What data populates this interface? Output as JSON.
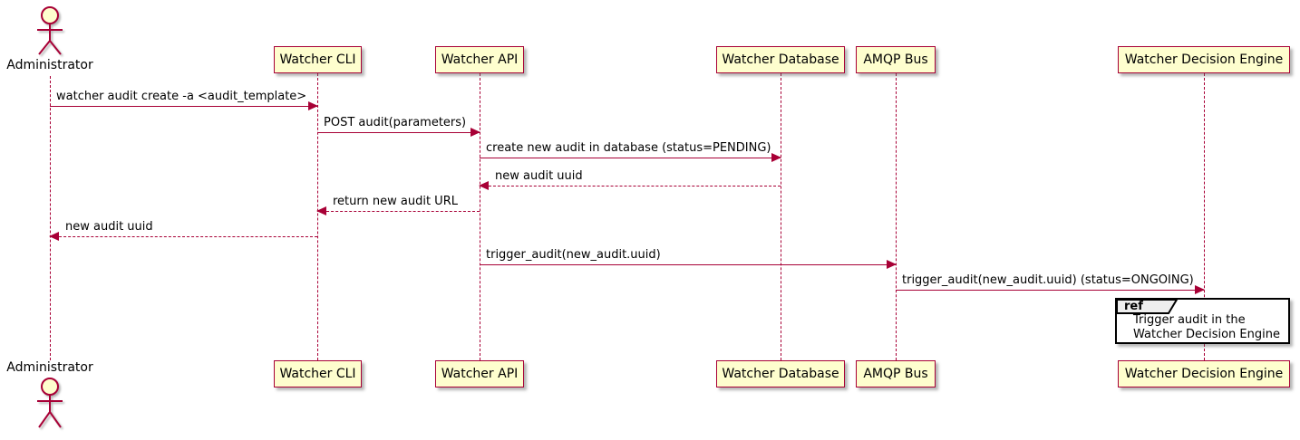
{
  "diagram_type": "sequence-diagram",
  "actor": {
    "name": "Administrator"
  },
  "participants": [
    {
      "label": "Watcher CLI"
    },
    {
      "label": "Watcher API"
    },
    {
      "label": "Watcher Database"
    },
    {
      "label": "AMQP Bus"
    },
    {
      "label": "Watcher Decision Engine"
    }
  ],
  "messages": [
    {
      "from": "Administrator",
      "to": "Watcher CLI",
      "style": "solid",
      "label": "watcher audit create -a <audit_template>"
    },
    {
      "from": "Watcher CLI",
      "to": "Watcher API",
      "style": "solid",
      "label": "POST audit(parameters)"
    },
    {
      "from": "Watcher API",
      "to": "Watcher Database",
      "style": "solid",
      "label": "create new audit in database (status=PENDING)"
    },
    {
      "from": "Watcher Database",
      "to": "Watcher API",
      "style": "dashed",
      "label": "new audit uuid"
    },
    {
      "from": "Watcher API",
      "to": "Watcher CLI",
      "style": "dashed",
      "label": "return new audit URL"
    },
    {
      "from": "Watcher CLI",
      "to": "Administrator",
      "style": "dashed",
      "label": "new audit uuid"
    },
    {
      "from": "Watcher API",
      "to": "AMQP Bus",
      "style": "solid",
      "label": "trigger_audit(new_audit.uuid)"
    },
    {
      "from": "AMQP Bus",
      "to": "Watcher Decision Engine",
      "style": "solid",
      "label": "trigger_audit(new_audit.uuid) (status=ONGOING)"
    }
  ],
  "ref_fragment": {
    "keyword": "ref",
    "lines": [
      "Trigger audit in the",
      "Watcher Decision Engine"
    ]
  },
  "colors": {
    "line": "#A80036",
    "participant_fill": "#FEFECE",
    "participant_border": "#A80036",
    "text": "#000000",
    "ref_border": "#000000",
    "ref_tab_fill": "#EEEEEE",
    "background": "#FFFFFF"
  }
}
